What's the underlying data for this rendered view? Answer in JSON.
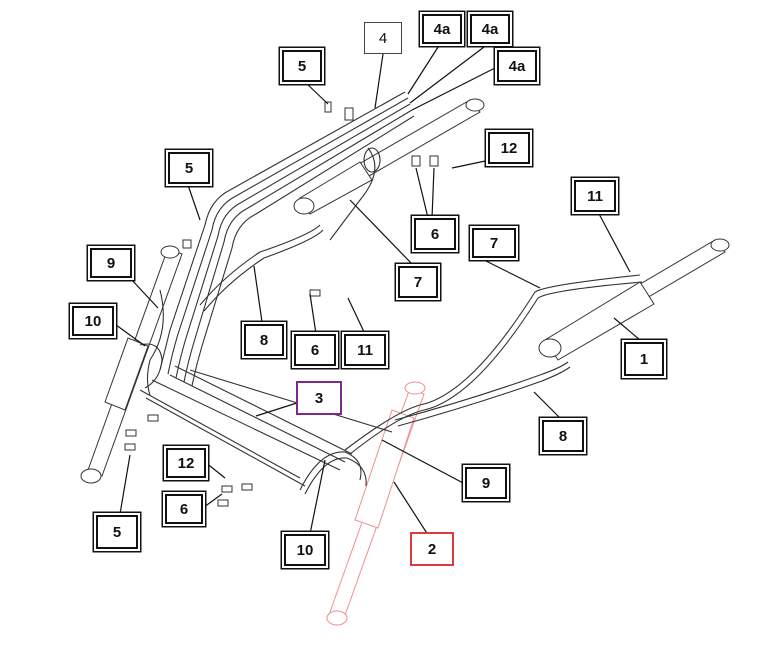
{
  "callouts": {
    "c1": "1",
    "c2": "2",
    "c3": "3",
    "c4": "4",
    "c4a_1": "4a",
    "c4a_2": "4a",
    "c4a_3": "4a",
    "c5_top": "5",
    "c5_mid": "5",
    "c5_bottom": "5",
    "c6_right": "6",
    "c6_mid": "6",
    "c6_bottom": "6",
    "c7_mid": "7",
    "c7_right": "7",
    "c8_left": "8",
    "c8_right": "8",
    "c9_left": "9",
    "c9_right": "9",
    "c10_left": "10",
    "c10_bottom": "10",
    "c11_mid": "11",
    "c11_right": "11",
    "c12_top": "12",
    "c12_bottom": "12"
  },
  "colors": {
    "line": "#333333",
    "highlight_cylinder": "#ef8f8f",
    "highlight_label_border": "#e03a3a",
    "label3_border": "#7a2a8a"
  }
}
